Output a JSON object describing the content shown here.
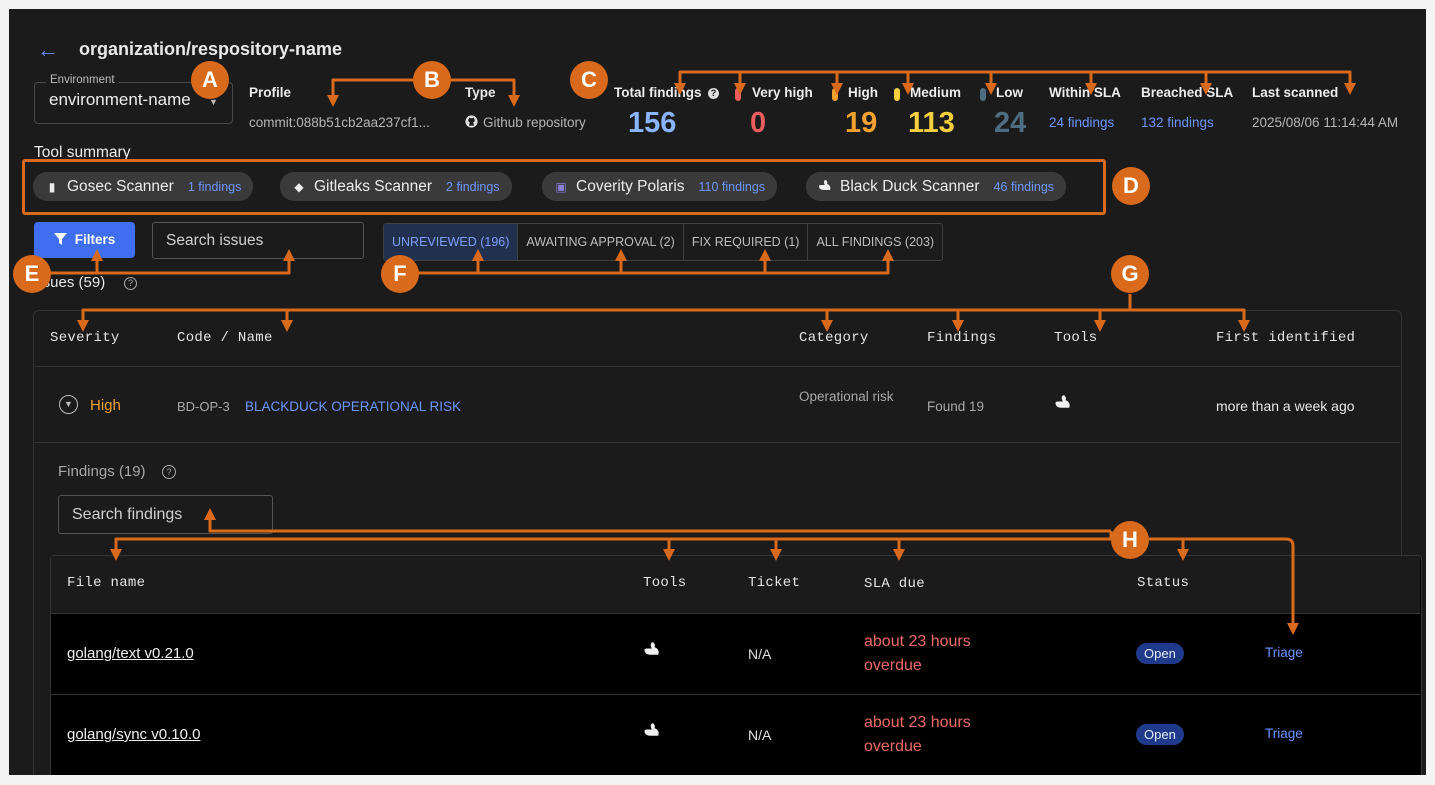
{
  "header": {
    "back_arrow": "←",
    "title": "organization/respository-name"
  },
  "environment": {
    "legend": "Environment",
    "value": "environment-name",
    "caret": "▼"
  },
  "profile": {
    "label": "Profile",
    "value": "commit:088b51cb2aa237cf1..."
  },
  "type": {
    "label": "Type",
    "value": "Github repository",
    "icon": "github-icon"
  },
  "stats": {
    "total_label": "Total findings",
    "total_help": "?",
    "total_value": "156",
    "very_high_label": "Very high",
    "very_high_value": "0",
    "high_label": "High",
    "high_value": "19",
    "medium_label": "Medium",
    "medium_value": "113",
    "low_label": "Low",
    "low_value": "24",
    "within_sla_label": "Within SLA",
    "within_sla_value": "24 findings",
    "breached_sla_label": "Breached SLA",
    "breached_sla_value": "132 findings",
    "last_scanned_label": "Last scanned",
    "last_scanned_value": "2025/08/06 11:14:44 AM"
  },
  "colors": {
    "total": "#8ab4ff",
    "very_high": "#e85d5d",
    "high": "#f2a12e",
    "medium": "#f4d03f",
    "low": "#4f6d80",
    "accent": "#3f6ef0",
    "annotation": "#d9691b"
  },
  "tool_summary": {
    "label": "Tool summary",
    "tools": [
      {
        "name": "Gosec Scanner",
        "count": "1 findings",
        "icon": "gosec-icon"
      },
      {
        "name": "Gitleaks Scanner",
        "count": "2 findings",
        "icon": "gitleaks-icon"
      },
      {
        "name": "Coverity Polaris",
        "count": "110 findings",
        "icon": "coverity-icon"
      },
      {
        "name": "Black Duck Scanner",
        "count": "46 findings",
        "icon": "blackduck-icon"
      }
    ]
  },
  "toolbar": {
    "filters_label": "Filters",
    "search_placeholder": "Search issues"
  },
  "tabs": [
    {
      "label": "UNREVIEWED (196)",
      "active": true
    },
    {
      "label": "AWAITING APPROVAL (2)",
      "active": false
    },
    {
      "label": "FIX REQUIRED (1)",
      "active": false
    },
    {
      "label": "ALL FINDINGS (203)",
      "active": false
    }
  ],
  "issues": {
    "heading": "Issues (59)",
    "help": "?"
  },
  "issues_table": {
    "columns": [
      "Severity",
      "Code / Name",
      "Category",
      "Findings",
      "Tools",
      "First identified"
    ],
    "row": {
      "severity": "High",
      "code": "BD-OP-3",
      "name": "BLACKDUCK OPERATIONAL RISK",
      "category": "Operational risk",
      "findings": "Found 19",
      "tool_icon": "blackduck-icon",
      "first_identified": "more than a week ago"
    }
  },
  "findings": {
    "heading": "Findings (19)",
    "help": "?",
    "search_placeholder": "Search findings",
    "columns": [
      "File name",
      "Tools",
      "Ticket",
      "SLA due",
      "Status"
    ],
    "rows": [
      {
        "file": "golang/text v0.21.0",
        "tool_icon": "blackduck-icon",
        "ticket": "N/A",
        "sla": "about 23 hours overdue",
        "status": "Open",
        "action": "Triage"
      },
      {
        "file": "golang/sync v0.10.0",
        "tool_icon": "blackduck-icon",
        "ticket": "N/A",
        "sla": "about 23 hours overdue",
        "status": "Open",
        "action": "Triage"
      }
    ]
  },
  "annotations": {
    "a": "A",
    "b": "B",
    "c": "C",
    "d": "D",
    "e": "E",
    "f": "F",
    "g": "G",
    "h": "H"
  }
}
